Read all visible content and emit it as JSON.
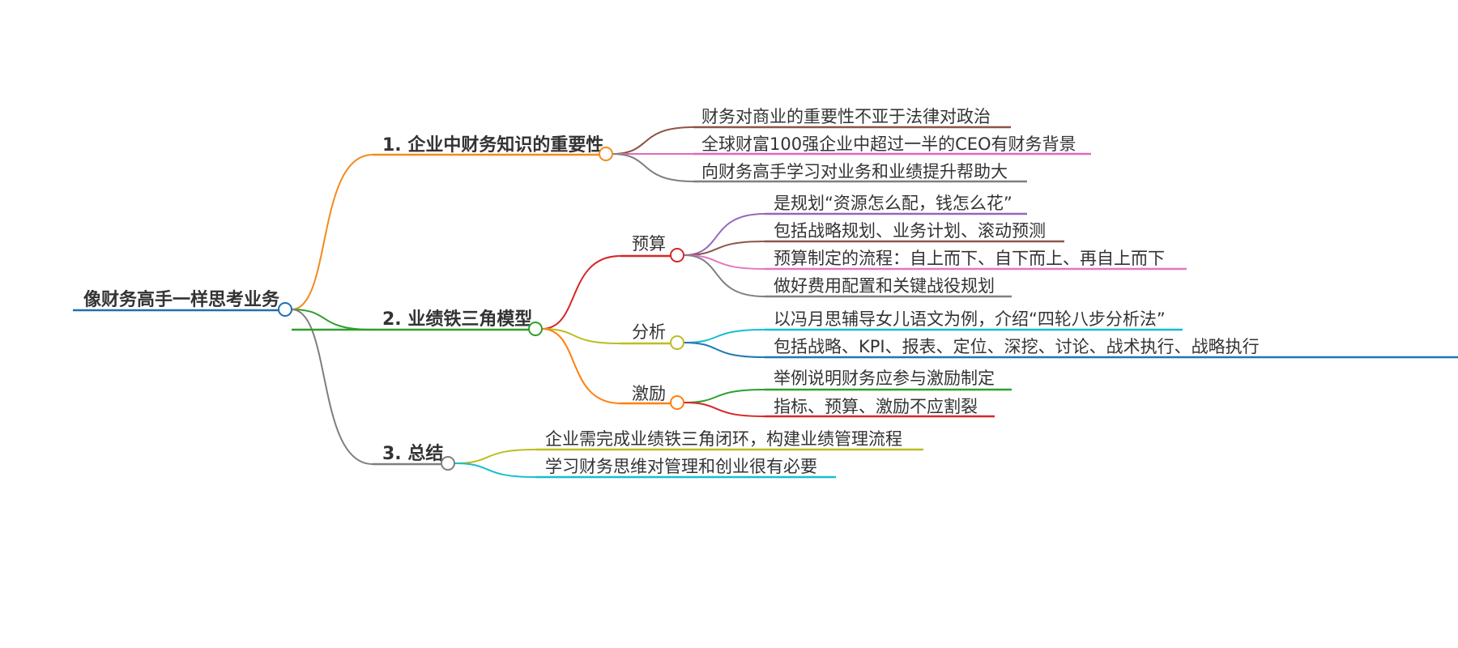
{
  "root": {
    "text": "像财务高手一样思考业务",
    "color": "#1f6fb5"
  },
  "branches": [
    {
      "text": "1. 企业中财务知识的重要性",
      "color": "#f38b1e",
      "children": [
        {
          "text": "财务对商业的重要性不亚于法律对政治",
          "color": "#8b5446"
        },
        {
          "text": "全球财富100强企业中超过一半的CEO有财务背景",
          "color": "#e269b8"
        },
        {
          "text": "向财务高手学习对业务和业绩提升帮助大",
          "color": "#7f7f7f"
        }
      ]
    },
    {
      "text": "2. 业绩铁三角模型",
      "color": "#2ca02c",
      "children": [
        {
          "text": "预算",
          "color": "#d62728",
          "children": [
            {
              "text": "是规划“资源怎么配，钱怎么花”",
              "color": "#9467bd"
            },
            {
              "text": "包括战略规划、业务计划、滚动预测",
              "color": "#8c564b"
            },
            {
              "text": "预算制定的流程：自上而下、自下而上、再自上而下",
              "color": "#e377c2"
            },
            {
              "text": "做好费用配置和关键战役规划",
              "color": "#7f7f7f"
            }
          ]
        },
        {
          "text": "分析",
          "color": "#bcbd22",
          "children": [
            {
              "text": "以冯月思辅导女儿语文为例，介绍“四轮八步分析法”",
              "color": "#17becf"
            },
            {
              "text": "包括战略、KPI、报表、定位、深挖、讨论、战术执行、战略执行",
              "color": "#1f77b4"
            }
          ]
        },
        {
          "text": "激励",
          "color": "#ff7f0e",
          "children": [
            {
              "text": "举例说明财务应参与激励制定",
              "color": "#2ca02c"
            },
            {
              "text": "指标、预算、激励不应割裂",
              "color": "#d62728"
            }
          ]
        }
      ]
    },
    {
      "text": "3. 总结",
      "color": "#7f7f7f",
      "children": [
        {
          "text": "企业需完成业绩铁三角闭环，构建业绩管理流程",
          "color": "#bcbd22"
        },
        {
          "text": "学习财务思维对管理和创业很有必要",
          "color": "#17becf"
        }
      ]
    }
  ]
}
